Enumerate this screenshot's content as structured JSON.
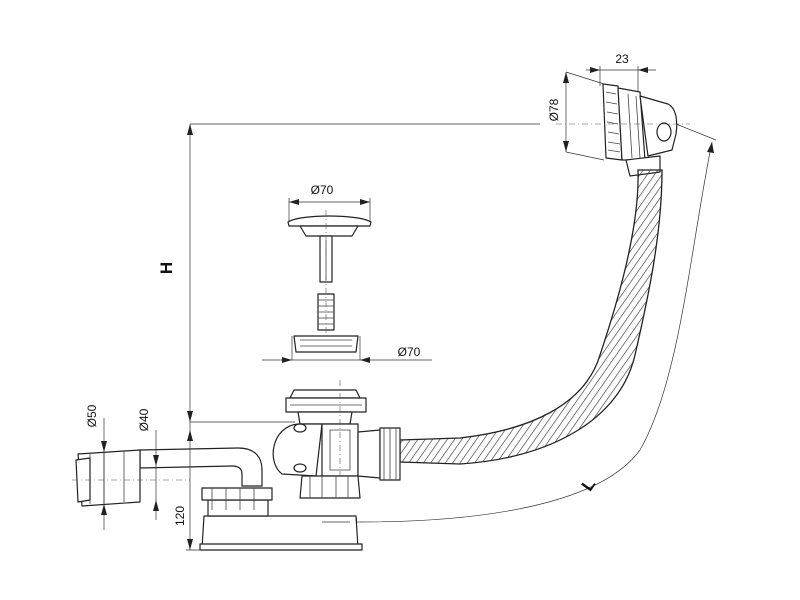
{
  "dimensions": {
    "overflow_width": "23",
    "overflow_diameter": "Ø78",
    "plug_diameter": "Ø70",
    "seal_diameter": "Ø70",
    "height": "H",
    "length": "L",
    "outlet_outer_diameter": "Ø50",
    "outlet_inner_diameter": "Ø40",
    "siphon_height": "120"
  }
}
